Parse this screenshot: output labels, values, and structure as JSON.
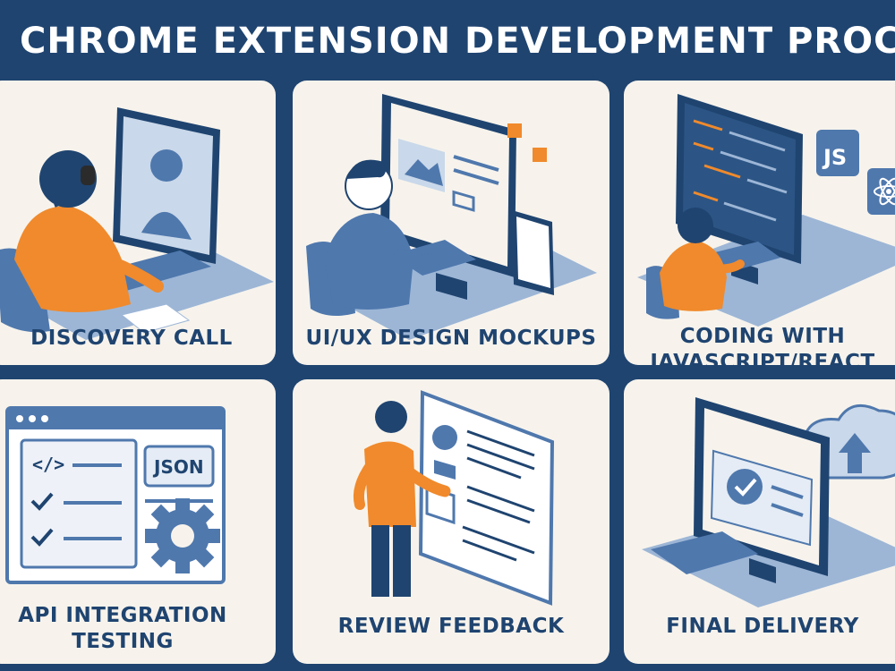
{
  "title": "CHROME EXTENSION DEVELOPMENT PROCESS",
  "steps": [
    {
      "caption": "DISCOVERY CALL",
      "illustration": "person-headset-video-call-icon"
    },
    {
      "caption": "UI/UX DESIGN MOCKUPS",
      "illustration": "designer-monitor-wireframe-icon"
    },
    {
      "caption_lines": [
        "CODING WITH",
        "JAVASCRIPT/REACT"
      ],
      "illustration": "developer-code-js-react-icon"
    },
    {
      "caption_lines": [
        "API INTEGRATION",
        "TESTING"
      ],
      "illustration": "browser-checklist-json-gear-icon",
      "json_label": "JSON"
    },
    {
      "caption": "REVIEW FEEDBACK",
      "illustration": "person-reviewing-board-icon"
    },
    {
      "caption": "FINAL DELIVERY",
      "illustration": "monitor-check-cloud-upload-icon"
    }
  ],
  "colors": {
    "background": "#1f4470",
    "panel": "#f7f3ec",
    "accent": "#f08a2c",
    "navy": "#1f4470",
    "blue": "#4f78ad",
    "light_blue": "#9db6d6"
  }
}
